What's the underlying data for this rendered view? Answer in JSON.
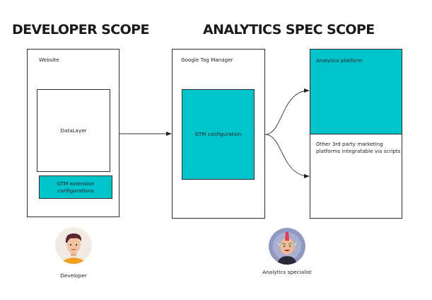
{
  "headings": {
    "developer_scope": "DEVELOPER SCOPE",
    "analytics_scope": "ANALYTICS SPEC SCOPE"
  },
  "website": {
    "title": "Website",
    "datalayer": "DataLayer",
    "gtm_extension": "GTM extension configurations"
  },
  "gtm": {
    "title": "Google Tag Manager",
    "configuration": "GTM configuration"
  },
  "destinations": {
    "analytics_platform": "Analytics platform",
    "third_party_line1": "Other 3rd party marketing",
    "third_party_line2": "platforms integratable via scripts"
  },
  "personas": {
    "developer": "Developer",
    "analytics_specialist": "Analytics specialist"
  },
  "colors": {
    "accent_teal": "#00c4cc",
    "border": "#2e2e2e"
  }
}
